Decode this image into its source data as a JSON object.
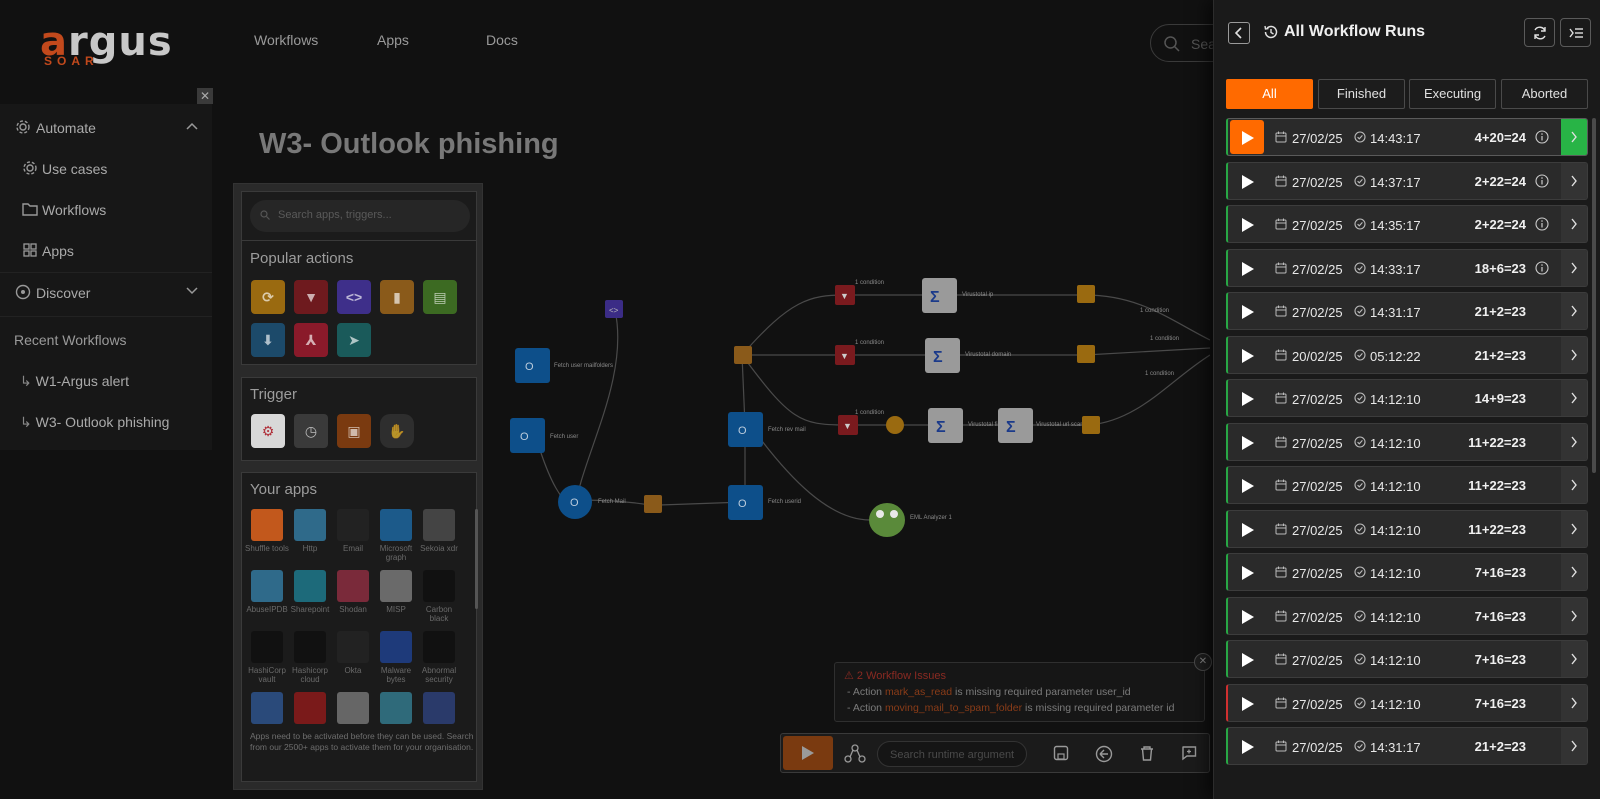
{
  "logo": {
    "name": "argus",
    "sub": "SOAR"
  },
  "nav": {
    "workflows": "Workflows",
    "apps": "Apps",
    "docs": "Docs",
    "search_placeholder": "Sea"
  },
  "sidebar": {
    "automate": "Automate",
    "use_cases": "Use cases",
    "workflows": "Workflows",
    "apps": "Apps",
    "discover": "Discover",
    "recent_title": "Recent Workflows",
    "recent": [
      "W1-Argus alert",
      "W3- Outlook phishing"
    ]
  },
  "workflow": {
    "title": "W3- Outlook phishing"
  },
  "actions_panel": {
    "search_placeholder": "Search apps, triggers...",
    "popular_title": "Popular actions",
    "trigger_title": "Trigger",
    "apps_title": "Your apps",
    "apps": [
      {
        "label": "Shuffle tools"
      },
      {
        "label": "Http"
      },
      {
        "label": "Email"
      },
      {
        "label": "Microsoft graph"
      },
      {
        "label": "Sekoia xdr"
      },
      {
        "label": "AbuseIPDB"
      },
      {
        "label": "Sharepoint"
      },
      {
        "label": "Shodan"
      },
      {
        "label": "MISP"
      },
      {
        "label": "Carbon black"
      },
      {
        "label": "HashiCorp vault"
      },
      {
        "label": "Hashicorp cloud"
      },
      {
        "label": "Okta"
      },
      {
        "label": "Malware bytes"
      },
      {
        "label": "Abnormal security"
      }
    ],
    "footer": "Apps need to be activated before they can be used. Search from our 2500+ apps to activate them for your organisation."
  },
  "canvas": {
    "nodes": {
      "fetch_mailfolders": "Fetch user mailfolders",
      "fetch_user": "Fetch user",
      "fetch_mail": "Fetch Mail",
      "fetch_userid": "Fetch userid",
      "fetch_rev_mail": "Fetch rev mail",
      "vt_ip": "Virustotal ip",
      "vt_domain": "Virustotal domain",
      "vt_file": "Virustotal file",
      "vt_url": "Virustotal url scan",
      "eml": "EML Analyzer 1"
    },
    "edges": {
      "condition": "1 condition"
    }
  },
  "issues": {
    "title": "2 Workflow Issues",
    "lines": [
      {
        "pre": "- Action ",
        "code": "mark_as_read",
        "post": " is missing required parameter user_id"
      },
      {
        "pre": "- Action ",
        "code": "moving_mail_to_spam_folder",
        "post": " is missing required parameter id"
      }
    ]
  },
  "toolbar": {
    "runtime_placeholder": "Search runtime argument"
  },
  "runs_panel": {
    "title": "All Workflow Runs",
    "tabs": [
      "All",
      "Finished",
      "Executing",
      "Aborted"
    ],
    "active_tab": "All",
    "runs": [
      {
        "date": "27/02/25",
        "time": "14:43:17",
        "result": "4+20=24",
        "info": true,
        "status": "finished",
        "selected": true
      },
      {
        "date": "27/02/25",
        "time": "14:37:17",
        "result": "2+22=24",
        "info": true,
        "status": "finished"
      },
      {
        "date": "27/02/25",
        "time": "14:35:17",
        "result": "2+22=24",
        "info": true,
        "status": "finished"
      },
      {
        "date": "27/02/25",
        "time": "14:33:17",
        "result": "18+6=23",
        "info": true,
        "status": "finished"
      },
      {
        "date": "27/02/25",
        "time": "14:31:17",
        "result": "21+2=23",
        "info": false,
        "status": "finished"
      },
      {
        "date": "20/02/25",
        "time": "05:12:22",
        "result": "21+2=23",
        "info": false,
        "status": "finished"
      },
      {
        "date": "27/02/25",
        "time": "14:12:10",
        "result": "14+9=23",
        "info": false,
        "status": "finished"
      },
      {
        "date": "27/02/25",
        "time": "14:12:10",
        "result": "11+22=23",
        "info": false,
        "status": "finished"
      },
      {
        "date": "27/02/25",
        "time": "14:12:10",
        "result": "11+22=23",
        "info": false,
        "status": "finished"
      },
      {
        "date": "27/02/25",
        "time": "14:12:10",
        "result": "11+22=23",
        "info": false,
        "status": "finished"
      },
      {
        "date": "27/02/25",
        "time": "14:12:10",
        "result": "7+16=23",
        "info": false,
        "status": "finished"
      },
      {
        "date": "27/02/25",
        "time": "14:12:10",
        "result": "7+16=23",
        "info": false,
        "status": "finished"
      },
      {
        "date": "27/02/25",
        "time": "14:12:10",
        "result": "7+16=23",
        "info": false,
        "status": "finished"
      },
      {
        "date": "27/02/25",
        "time": "14:12:10",
        "result": "7+16=23",
        "info": false,
        "status": "failed"
      },
      {
        "date": "27/02/25",
        "time": "14:31:17",
        "result": "21+2=23",
        "info": false,
        "status": "finished"
      }
    ]
  },
  "colors": {
    "accent": "#ff6a00",
    "success": "#28a745",
    "error": "#d03030",
    "logo_orange": "#c2491c"
  }
}
